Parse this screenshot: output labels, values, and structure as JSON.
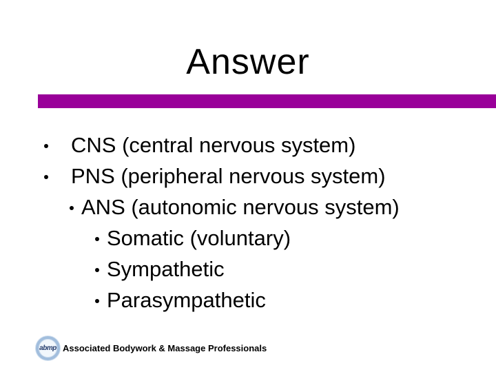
{
  "slide": {
    "title": "Answer",
    "accent_color": "#990099",
    "bullets": [
      {
        "level": 1,
        "text": "CNS (central nervous system)"
      },
      {
        "level": 1,
        "text": "PNS (peripheral nervous system)"
      },
      {
        "level": 2,
        "text": "ANS (autonomic nervous system)"
      },
      {
        "level": 3,
        "text": "Somatic (voluntary)"
      },
      {
        "level": 3,
        "text": "Sympathetic"
      },
      {
        "level": 3,
        "text": "Parasympathetic"
      }
    ],
    "footer": {
      "logo_text": "abmp",
      "logo_ring_color": "#a2bedd",
      "logo_fill_color": "#f2f7fc",
      "logo_text_color": "#223a6b",
      "org_name": "Associated Bodywork & Massage Professionals"
    }
  }
}
